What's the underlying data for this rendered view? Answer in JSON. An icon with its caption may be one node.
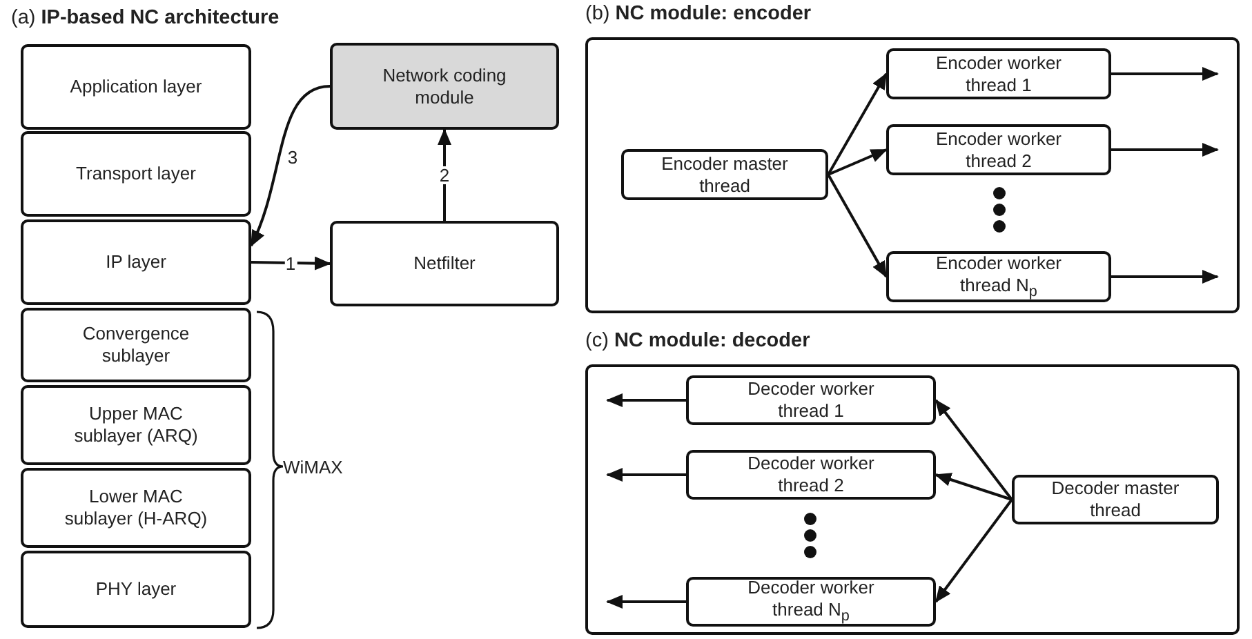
{
  "diagram": {
    "nodes": [
      {
        "text": [
          "Application layer"
        ]
      },
      {
        "text": [
          "Transport layer"
        ]
      },
      {
        "text": [
          "IP layer"
        ]
      },
      {
        "text": [
          "Convergence sublayer"
        ]
      },
      {
        "text": [
          "Upper MAC sublayer (ARQ)"
        ]
      },
      {
        "text": [
          "Lower MAC sublayer (H-ARQ)"
        ]
      },
      {
        "text": [
          "PHY layer"
        ]
      },
      {
        "text": [
          "Network coding module"
        ]
      },
      {
        "text": [
          "Netfilter"
        ]
      },
      {
        "text": [
          "(b) **NC module: encoder**"
        ]
      },
      {
        "text": [
          "Encoder master thread"
        ],
        "in": 9
      },
      {
        "text": [
          "Encoder worker thread 1"
        ],
        "in": 9
      },
      {
        "text": [
          "Encoder worker thread 2"
        ],
        "in": 9
      },
      {
        "text": [
          "Encoder worker thread N$_{p}$"
        ],
        "in": 9
      },
      {
        "text": [
          "(c) **NC module: decoder**"
        ]
      },
      {
        "text": [
          "Decoder worker thread 1"
        ],
        "in": 14
      },
      {
        "text": [
          "Decoder worker thread 2"
        ],
        "in": 14
      },
      {
        "text": [
          "Decoder worker thread N$_{p}$"
        ],
        "in": 14
      },
      {
        "text": [
          "Decoder master thread"
        ],
        "in": 14
      }
    ],
    "edges": [
      {
        "from": 2,
        "to": 8,
        "arrow": "to",
        "label": "1"
      },
      {
        "from": 8,
        "to": 7,
        "arrow": "to",
        "label": "2"
      },
      {
        "from": 7,
        "to": 2,
        "arrow": "to",
        "label": "3"
      },
      {
        "from": 10,
        "to": 11,
        "arrow": "to"
      },
      {
        "from": 10,
        "to": 12,
        "arrow": "to"
      },
      {
        "from": 10,
        "to": 13,
        "arrow": "to"
      },
      {
        "from": 11,
        "to": null,
        "arrow": "to"
      },
      {
        "from": 12,
        "to": null,
        "arrow": "to"
      },
      {
        "from": 13,
        "to": null,
        "arrow": "to"
      },
      {
        "from": 18,
        "to": 15,
        "arrow": "to"
      },
      {
        "from": 18,
        "to": 16,
        "arrow": "to"
      },
      {
        "from": 18,
        "to": 17,
        "arrow": "to"
      },
      {
        "from": 15,
        "to": null,
        "arrow": "to"
      },
      {
        "from": 16,
        "to": null,
        "arrow": "to"
      },
      {
        "from": 17,
        "to": null,
        "arrow": "to"
      }
    ],
    "labels": [
      "(a) **IP-based NC architecture**",
      "WiMAX"
    ]
  }
}
